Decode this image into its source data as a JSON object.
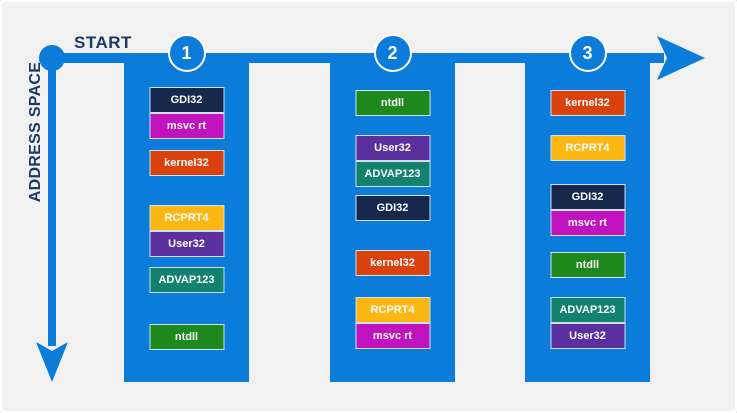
{
  "header": {
    "start_label": "START"
  },
  "axis": {
    "label": "ADDRESS SPACE"
  },
  "colors": {
    "flow-blue": "#0b7cda",
    "label-navy": "#1e3a66",
    "page-bg": "#f1f1f1",
    "box-border": "#cfe0ee",
    "box-text": "#ffffff"
  },
  "columns": [
    {
      "number": "1",
      "modules": [
        {
          "label": "GDI32",
          "color": "#16294d"
        },
        {
          "label": "msvc rt",
          "color": "#c013be"
        },
        {
          "label": "kernel32",
          "color": "#d9420c"
        },
        {
          "label": "RCPRT4",
          "color": "#fcb712"
        },
        {
          "label": "User32",
          "color": "#5c2f9e"
        },
        {
          "label": "ADVAP123",
          "color": "#12826f"
        },
        {
          "label": "ntdll",
          "color": "#1d891c"
        }
      ]
    },
    {
      "number": "2",
      "modules": [
        {
          "label": "ntdll",
          "color": "#1d891c"
        },
        {
          "label": "User32",
          "color": "#5c2f9e"
        },
        {
          "label": "ADVAP123",
          "color": "#12826f"
        },
        {
          "label": "GDI32",
          "color": "#16294d"
        },
        {
          "label": "kernel32",
          "color": "#d9420c"
        },
        {
          "label": "RCPRT4",
          "color": "#fcb712"
        },
        {
          "label": "msvc rt",
          "color": "#c013be"
        }
      ]
    },
    {
      "number": "3",
      "modules": [
        {
          "label": "kernel32",
          "color": "#d9420c"
        },
        {
          "label": "RCPRT4",
          "color": "#fcb712"
        },
        {
          "label": "GDI32",
          "color": "#16294d"
        },
        {
          "label": "msvc rt",
          "color": "#c013be"
        },
        {
          "label": "ntdll",
          "color": "#1d891c"
        },
        {
          "label": "ADVAP123",
          "color": "#12826f"
        },
        {
          "label": "User32",
          "color": "#5c2f9e"
        }
      ]
    }
  ]
}
